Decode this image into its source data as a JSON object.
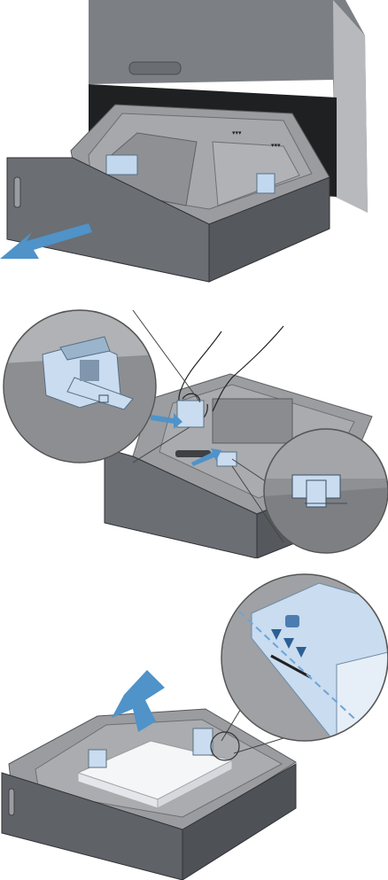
{
  "steps": [
    {
      "id": "open-tray",
      "icons": [
        "tray-icon",
        "pull-out-arrow-icon"
      ],
      "colors": {
        "tray": "#6b6e73",
        "tray_dark": "#3e4044",
        "arrow": "#4f93c9",
        "guide": "#bcd3ea"
      }
    },
    {
      "id": "adjust-guides",
      "icons": [
        "tray-icon",
        "hand-icon",
        "slide-arrow-icon",
        "zoom-circle-icon"
      ],
      "colors": {
        "tray": "#8b8d90",
        "guide": "#c9dcf0",
        "arrow": "#4f93c9"
      }
    },
    {
      "id": "load-paper",
      "icons": [
        "tray-icon",
        "paper-stack-icon",
        "down-arrow-icon",
        "stack-height-mark-icon",
        "zoom-circle-icon"
      ],
      "colors": {
        "tray": "#6b6e73",
        "paper": "#f4f6f8",
        "arrow": "#4f93c9",
        "guide": "#c9dcf0",
        "dash": "#6ea4d6"
      }
    }
  ]
}
